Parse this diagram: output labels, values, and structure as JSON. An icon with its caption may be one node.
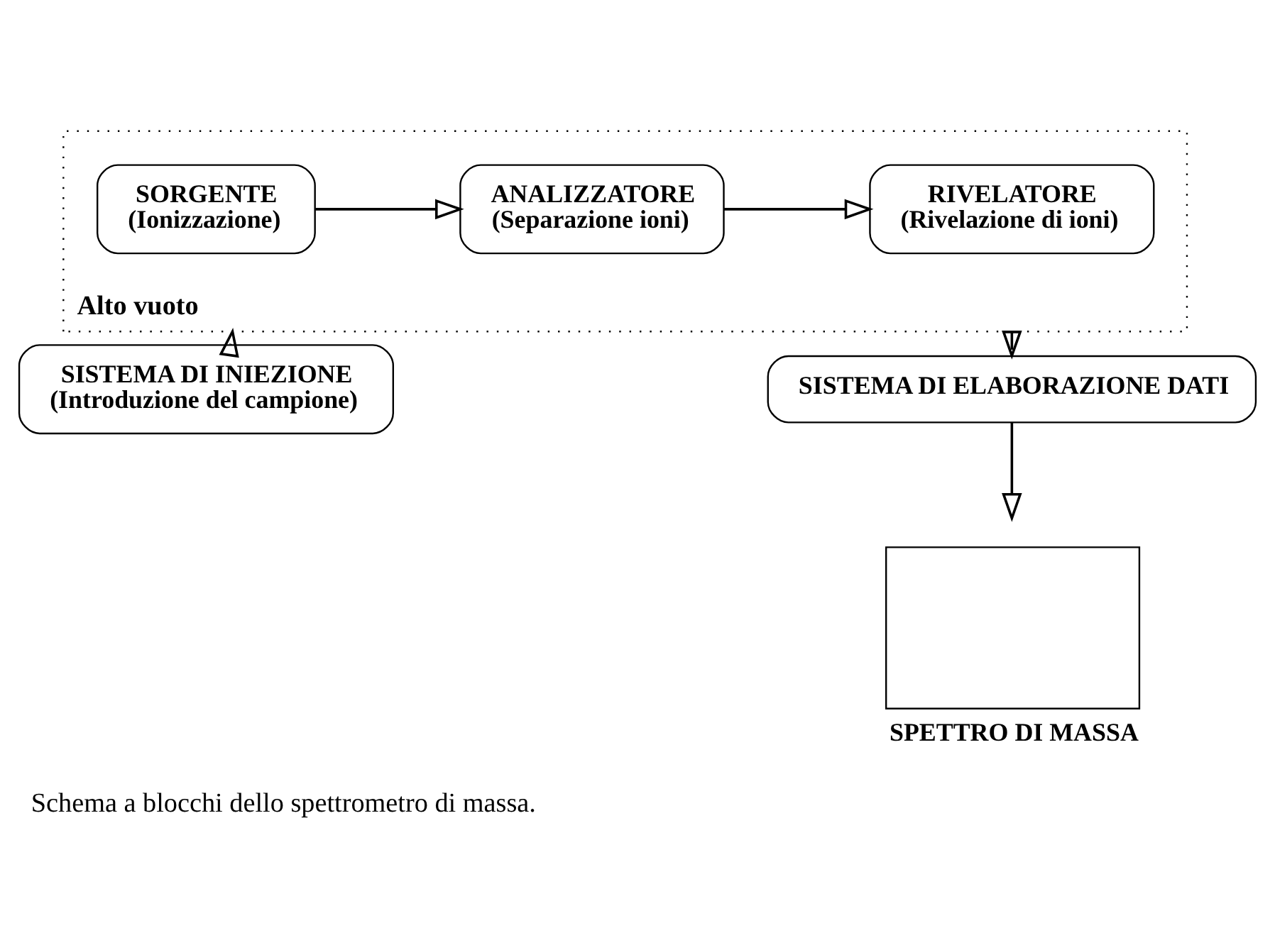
{
  "diagram": {
    "caption": "Schema a blocchi dello spettrometro di massa.",
    "nodes": [
      {
        "text": [
          "Alto vuoto"
        ]
      },
      {
        "text": [
          "SORGENTE",
          "(Ionizzazione)"
        ],
        "in": 0
      },
      {
        "text": [
          "ANALIZZATORE",
          "(Separazione ioni)"
        ],
        "in": 0
      },
      {
        "text": [
          "RIVELATORE",
          "(Rivelazione di ioni)"
        ],
        "in": 0
      },
      {
        "text": [
          "SISTEMA DI INIEZIONE",
          "(Introduzione del campione)"
        ]
      },
      {
        "text": [
          "SISTEMA DI ELABORAZIONE DATI"
        ]
      },
      {
        "text": [
          "SPETTRO DI MASSA"
        ]
      }
    ],
    "edges": [
      {
        "from": 1,
        "to": 2,
        "arrow": "to"
      },
      {
        "from": 2,
        "to": 3,
        "arrow": "to"
      },
      {
        "from": 4,
        "to": 1,
        "arrow": "to"
      },
      {
        "from": 3,
        "to": 5,
        "arrow": "to"
      },
      {
        "from": 5,
        "to": 6,
        "arrow": "to"
      }
    ]
  }
}
